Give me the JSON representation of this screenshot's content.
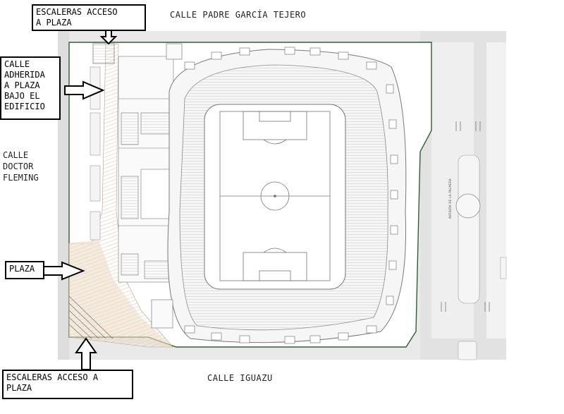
{
  "map": {
    "title": "",
    "streets": {
      "north": "CALLE PADRE GARCÍA TEJERO",
      "south": "CALLE IGUAZU",
      "west": [
        "CALLE",
        "DOCTOR",
        "FLEMING"
      ],
      "avenue": "AVENIDA DE LA PALMERA"
    },
    "callouts": {
      "top_stairs": [
        "ESCALERAS ACCESO",
        "A PLAZA"
      ],
      "street_under_building": [
        "CALLE",
        "ADHERIDA",
        "A PLAZA",
        "BAJO EL",
        "EDIFICIO"
      ],
      "plaza": "PLAZA",
      "bottom_stairs": [
        "ESCALERAS ACCESO A",
        "PLAZA"
      ]
    },
    "colors": {
      "site_outline": "#2e5e34",
      "plaza_fill": "#e9d8c2",
      "road": "#e6e6e6",
      "drawing_lines": "#8a8a8a",
      "callout_border": "#000000"
    }
  }
}
